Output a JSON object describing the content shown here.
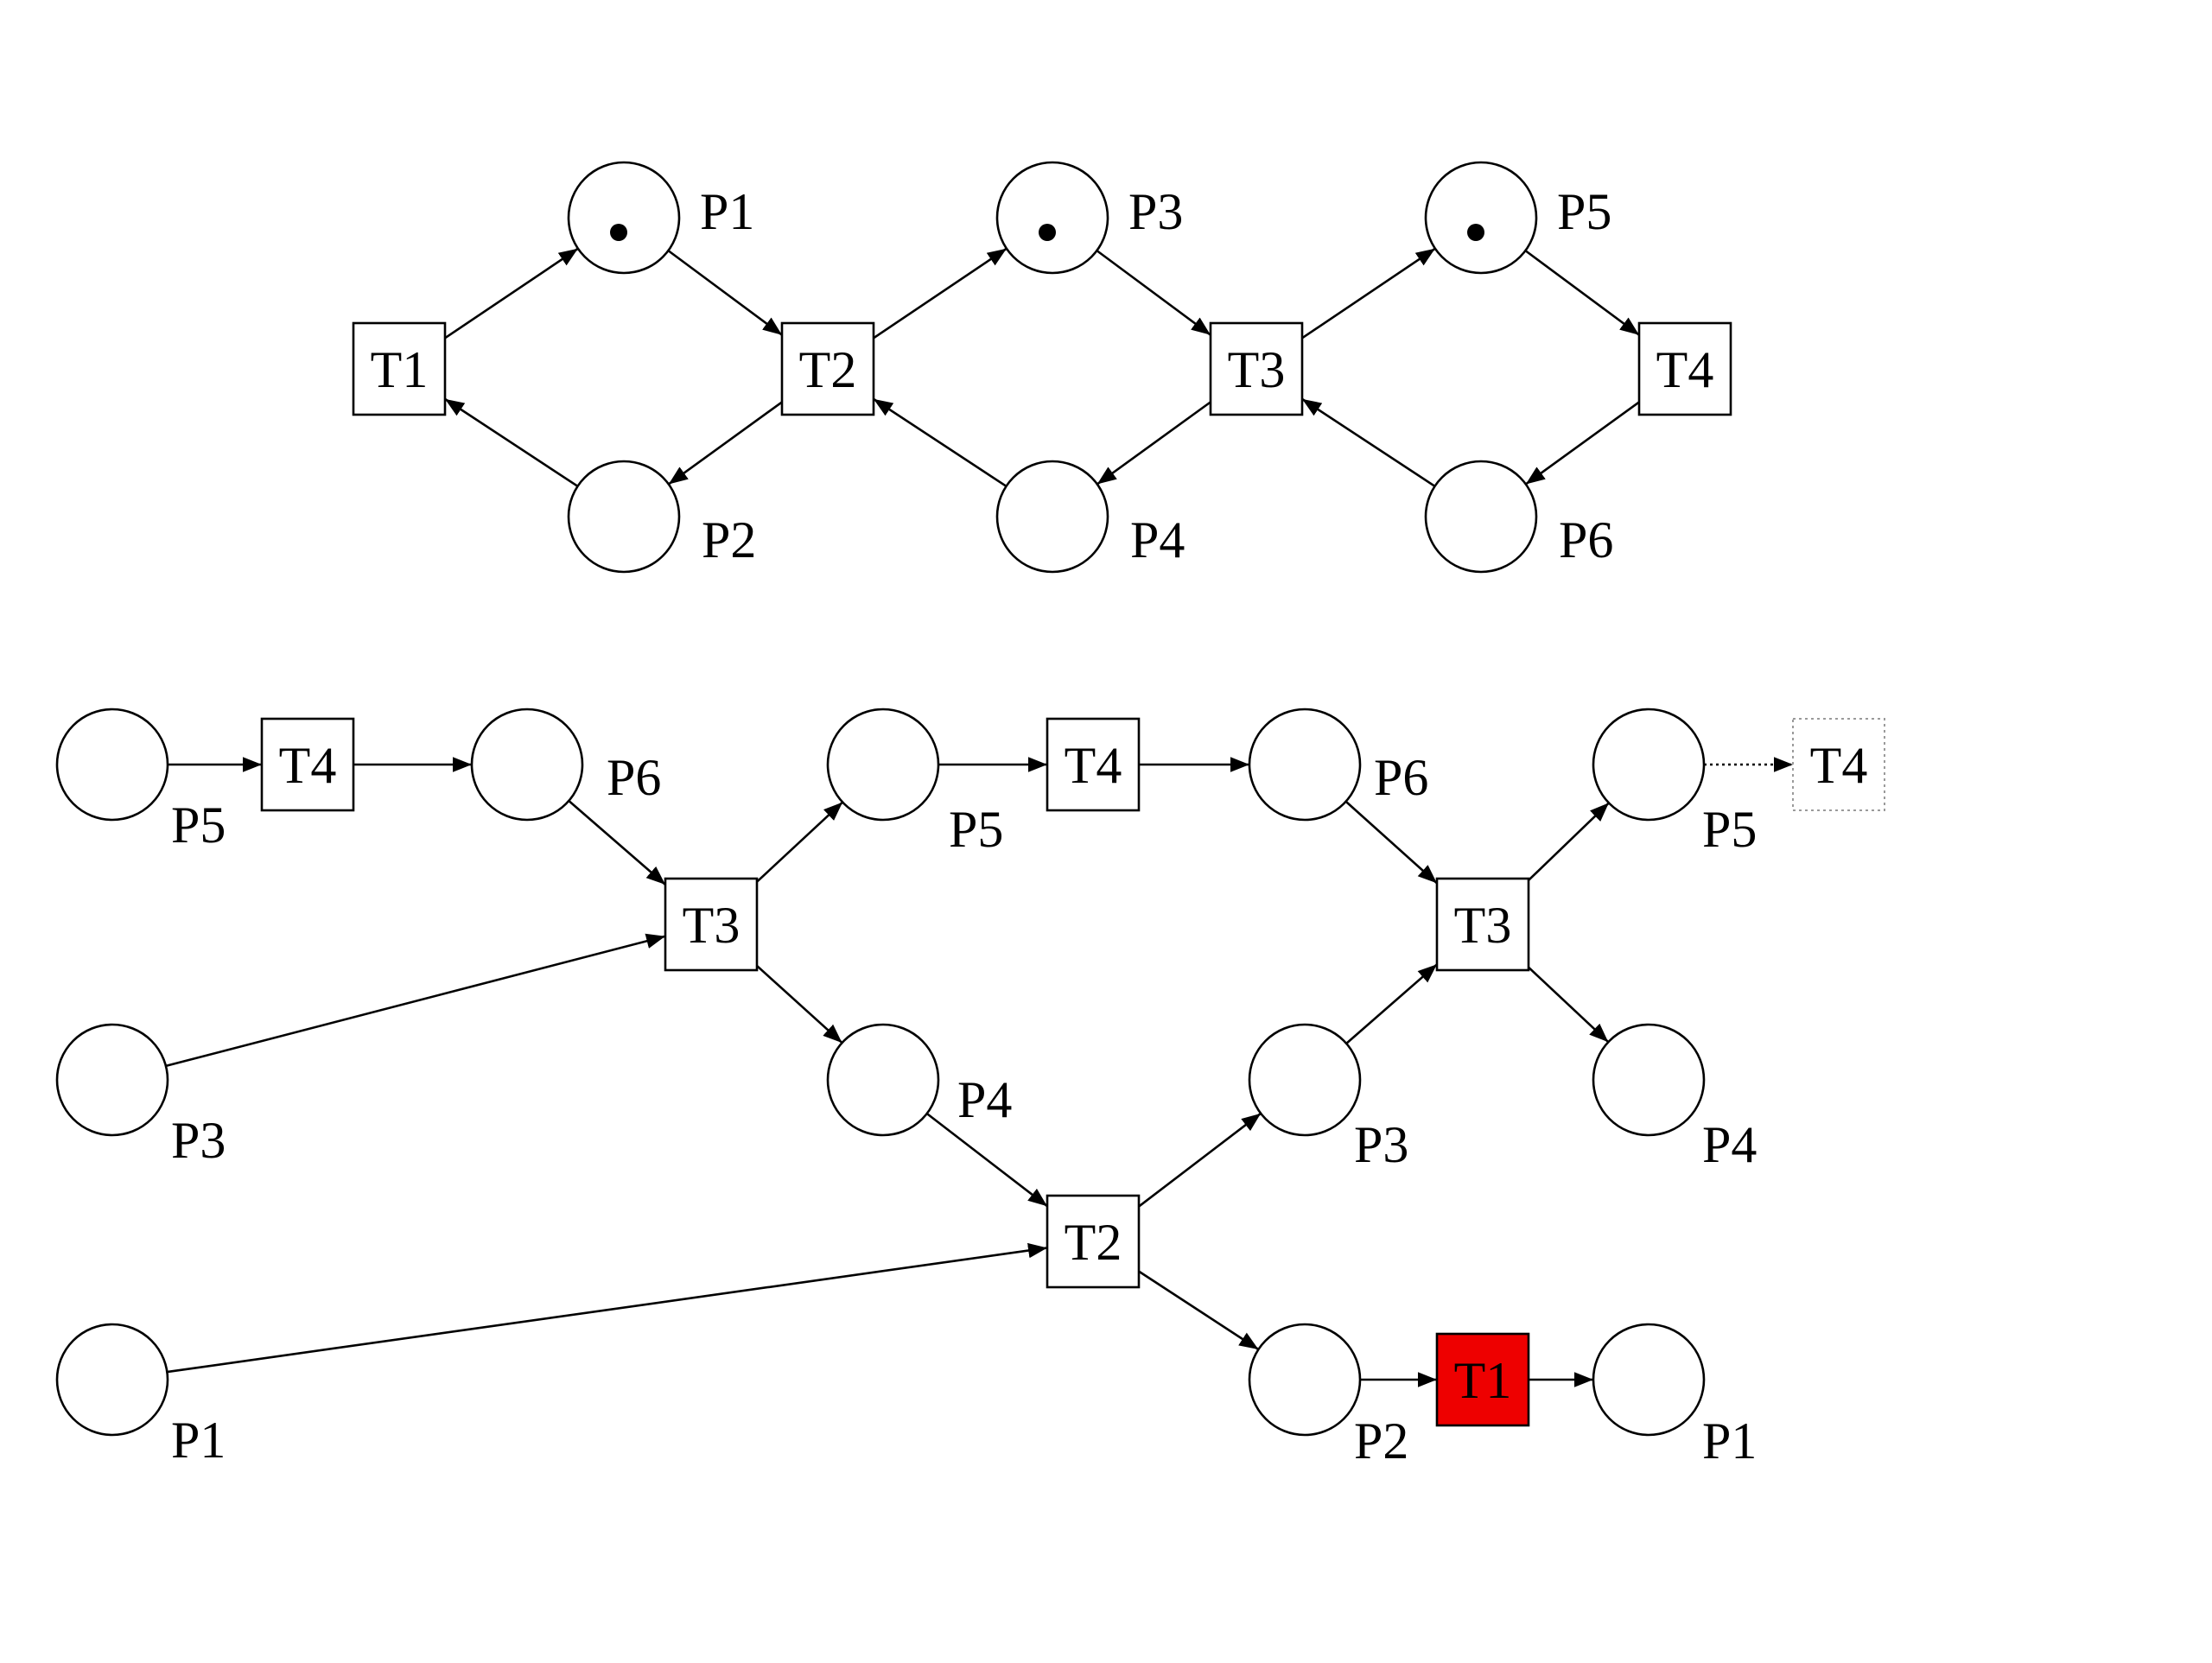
{
  "colors": {
    "stroke": "#000000",
    "background": "#ffffff",
    "highlight": "#ee0000",
    "ghost": "#9a9a9a"
  },
  "net": {
    "places": [
      {
        "id": "p1",
        "label": "P1",
        "tokens": 1
      },
      {
        "id": "p3",
        "label": "P3",
        "tokens": 1
      },
      {
        "id": "p5",
        "label": "P5",
        "tokens": 1
      },
      {
        "id": "p2",
        "label": "P2",
        "tokens": 0
      },
      {
        "id": "p4",
        "label": "P4",
        "tokens": 0
      },
      {
        "id": "p6",
        "label": "P6",
        "tokens": 0
      }
    ],
    "transitions": [
      {
        "id": "t1",
        "label": "T1"
      },
      {
        "id": "t2",
        "label": "T2"
      },
      {
        "id": "t3",
        "label": "T3"
      },
      {
        "id": "t4",
        "label": "T4"
      }
    ],
    "arcs": [
      {
        "from": "t1",
        "to": "p1"
      },
      {
        "from": "p1",
        "to": "t2"
      },
      {
        "from": "t2",
        "to": "p2"
      },
      {
        "from": "p2",
        "to": "t1"
      },
      {
        "from": "t2",
        "to": "p3"
      },
      {
        "from": "p3",
        "to": "t3"
      },
      {
        "from": "t3",
        "to": "p4"
      },
      {
        "from": "p4",
        "to": "t2"
      },
      {
        "from": "t3",
        "to": "p5"
      },
      {
        "from": "p5",
        "to": "t4"
      },
      {
        "from": "t4",
        "to": "p6"
      },
      {
        "from": "p6",
        "to": "t3"
      }
    ]
  },
  "unfolding": {
    "conditions": [
      {
        "id": "b1",
        "label": "P5"
      },
      {
        "id": "b2",
        "label": "P3"
      },
      {
        "id": "b3",
        "label": "P1"
      },
      {
        "id": "b4",
        "label": "P6"
      },
      {
        "id": "b5",
        "label": "P5"
      },
      {
        "id": "b6",
        "label": "P4"
      },
      {
        "id": "b7",
        "label": "P6"
      },
      {
        "id": "b8",
        "label": "P3"
      },
      {
        "id": "b9",
        "label": "P2"
      },
      {
        "id": "b10",
        "label": "P5"
      },
      {
        "id": "b11",
        "label": "P4"
      },
      {
        "id": "b12",
        "label": "P1"
      }
    ],
    "events": [
      {
        "id": "e1",
        "label": "T4",
        "state": "normal"
      },
      {
        "id": "e2",
        "label": "T3",
        "state": "normal"
      },
      {
        "id": "e3",
        "label": "T4",
        "state": "normal"
      },
      {
        "id": "e4",
        "label": "T2",
        "state": "normal"
      },
      {
        "id": "e5",
        "label": "T3",
        "state": "normal"
      },
      {
        "id": "e6",
        "label": "T1",
        "state": "highlighted"
      },
      {
        "id": "e7",
        "label": "T4",
        "state": "ghost"
      }
    ],
    "arcs": [
      {
        "from": "b1",
        "to": "e1"
      },
      {
        "from": "e1",
        "to": "b4"
      },
      {
        "from": "b4",
        "to": "e2"
      },
      {
        "from": "b2",
        "to": "e2"
      },
      {
        "from": "e2",
        "to": "b5"
      },
      {
        "from": "e2",
        "to": "b6"
      },
      {
        "from": "b5",
        "to": "e3"
      },
      {
        "from": "e3",
        "to": "b7"
      },
      {
        "from": "b6",
        "to": "e4"
      },
      {
        "from": "b3",
        "to": "e4"
      },
      {
        "from": "e4",
        "to": "b8"
      },
      {
        "from": "e4",
        "to": "b9"
      },
      {
        "from": "b7",
        "to": "e5"
      },
      {
        "from": "b8",
        "to": "e5"
      },
      {
        "from": "e5",
        "to": "b10"
      },
      {
        "from": "e5",
        "to": "b11"
      },
      {
        "from": "b9",
        "to": "e6"
      },
      {
        "from": "e6",
        "to": "b12"
      },
      {
        "from": "b10",
        "to": "e7",
        "style": "dotted"
      }
    ]
  }
}
